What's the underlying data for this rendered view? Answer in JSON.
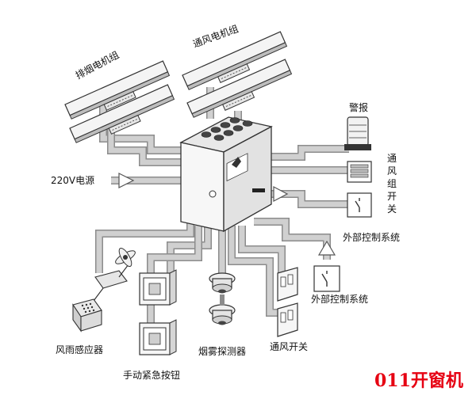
{
  "labels": {
    "smoke_motors": "排烟电机组",
    "vent_motors": "通风电机组",
    "alarm": "警报",
    "vent_group_switch": "通风组开关",
    "power_220v": "220V电源",
    "external_control_1": "外部控制系统",
    "external_control_2": "外部控制系统",
    "wind_rain_sensor": "风雨感应器",
    "smoke_detector": "烟雾探测器",
    "vent_switch": "通风开关",
    "manual_emergency_button": "手动紧急按钮"
  },
  "brand": "011开窗机",
  "colors": {
    "cable": "#d0d0d0",
    "cable_edge": "#8c8c8c",
    "device_outline": "#333333",
    "brand_red": "#e60012",
    "text": "#111111"
  },
  "icons": {
    "cabinet": "control-cabinet-icon",
    "motor": "linear-actuator-icon",
    "alarm": "siren-icon",
    "sensor": "wind-rain-sensor-icon",
    "detector": "smoke-detector-icon",
    "button": "emergency-button-icon",
    "switch": "vent-switch-icon"
  }
}
